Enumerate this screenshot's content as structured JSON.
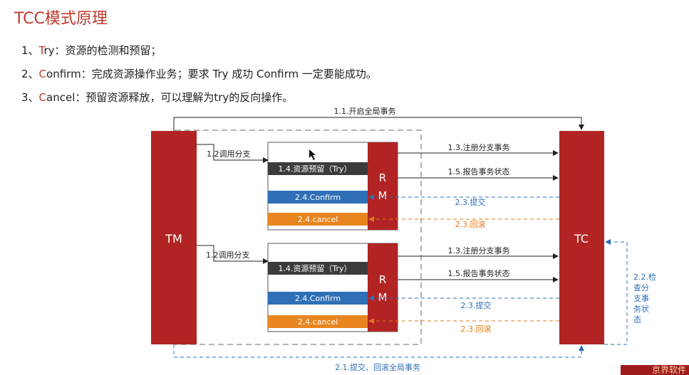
{
  "title": "TCC模式原理",
  "points": [
    {
      "num": "1、",
      "hl": "T",
      "rest": "ry：资源的检测和预留；"
    },
    {
      "num": "2、",
      "hl": "C",
      "rest": "onfirm：完成资源操作业务；要求 Try 成功 Confirm 一定要能成功。"
    },
    {
      "num": "3、",
      "hl": "C",
      "rest": "ancel：预留资源释放，可以理解为try的反向操作。"
    }
  ],
  "diagram": {
    "tm": "TM",
    "tc": "TC",
    "rm": [
      "R",
      "M"
    ],
    "start_global": "1.1.开启全局事务",
    "call_branch": "1.2调用分支",
    "reserve": "1.4.资源预留（Try）",
    "confirm": "2.4.Confirm",
    "cancel": "2.4.cancel",
    "register_branch": "1.3.注册分支事务",
    "report_status": "1.5.报告事务状态",
    "commit": "2.3.提交",
    "rollback": "2.3.回滚",
    "check_branch": [
      "2.2.检",
      "查分",
      "支事",
      "务状",
      "态"
    ],
    "global_commit_rollback": "2.1.提交、回滚全局事务",
    "colors": {
      "red": "#b22424",
      "blue": "#2e6fb7",
      "orange": "#e8851f",
      "dark": "#3b3b3b"
    }
  },
  "corner_text": "京界软件"
}
